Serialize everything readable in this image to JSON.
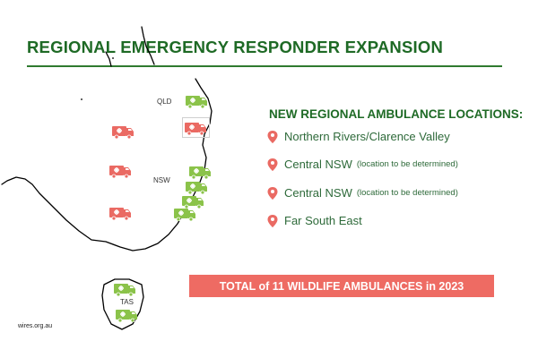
{
  "title": "REGIONAL EMERGENCY RESPONDER EXPANSION",
  "map": {
    "labels": {
      "qld": "QLD",
      "nsw": "NSW",
      "tas": "TAS"
    },
    "colors": {
      "new_ambulance": "#ea6a63",
      "existing_ambulance": "#8bc34a",
      "outline": "#000000"
    }
  },
  "panel": {
    "heading": "NEW REGIONAL AMBULANCE LOCATIONS:",
    "locations": [
      {
        "name": "Northern Rivers/Clarence Valley",
        "note": ""
      },
      {
        "name": "Central NSW",
        "note": "(location to be determined)"
      },
      {
        "name": "Central NSW",
        "note": "(location to be determined)"
      },
      {
        "name": "Far South East",
        "note": ""
      }
    ],
    "pin_color": "#ea6a63"
  },
  "total_banner": "TOTAL of 11 WILDLIFE AMBULANCES in 2023",
  "footer": "wires.org.au"
}
